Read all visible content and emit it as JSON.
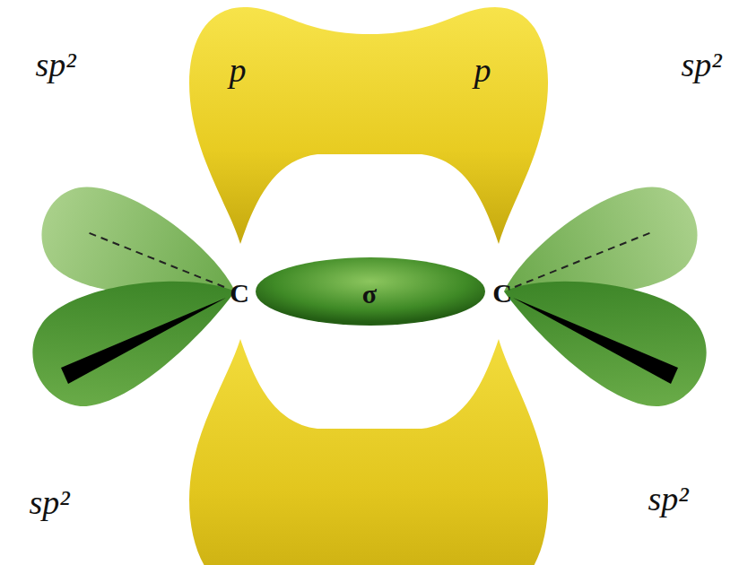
{
  "diagram": {
    "labels": [
      "p",
      "p",
      "sp²",
      "sp²",
      "sp²",
      "sp²",
      "C",
      "σ",
      "C"
    ]
  }
}
